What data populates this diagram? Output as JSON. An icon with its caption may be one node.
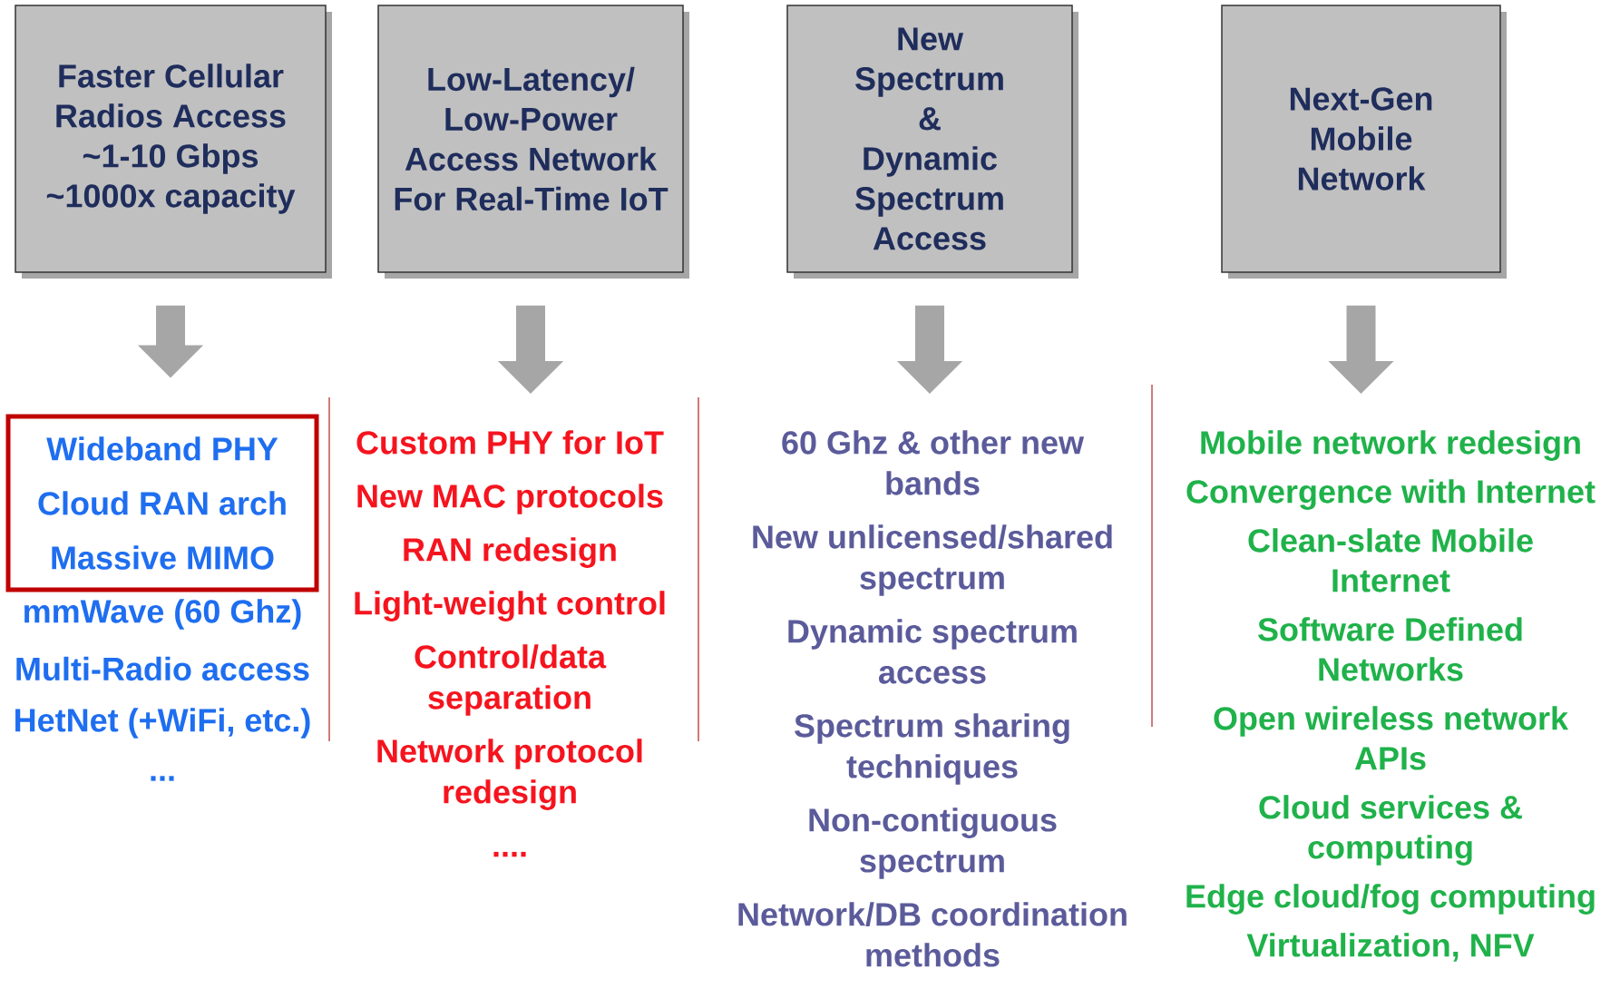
{
  "diagram": {
    "nodes": [
      {
        "text": [
          "Faster Cellular Radios Access",
          "~1-10 Gbps ~1000x capacity"
        ]
      },
      {
        "text": [
          "Low-Latency/ Low-Power",
          "Access Network For Real-Time IoT"
        ]
      },
      {
        "text": [
          "New Spectrum &",
          "Dynamic Spectrum Access"
        ]
      },
      {
        "text": [
          "Next-Gen Mobile Network"
        ]
      },
      {
        "text": [
          "Wideband PHY",
          "Cloud RAN arch",
          "Massive MIMO"
        ]
      },
      {
        "text": [
          "Custom PHY for IoT",
          "New MAC protocols",
          "RAN redesign",
          "Light-weight control",
          "Control/data separation",
          "Network protocol redesign",
          "...."
        ]
      },
      {
        "text": [
          "60 Ghz & other new bands",
          "New unlicensed/shared spectrum",
          "Dynamic spectrum access",
          "Spectrum sharing techniques",
          "Non-contiguous spectrum",
          "Network/DB coordination methods"
        ]
      },
      {
        "text": [
          "Mobile network redesign",
          "Convergence with Internet",
          "Clean-slate Mobile Internet",
          "Software Defined Networks",
          "Open wireless network APIs",
          "Cloud services & computing",
          "Edge cloud/fog computing",
          "Virtualization, NFV"
        ]
      }
    ],
    "edges": [
      {
        "from": 0,
        "to": 4,
        "arrow": "to"
      },
      {
        "from": 1,
        "to": 5,
        "arrow": "to"
      },
      {
        "from": 2,
        "to": 6,
        "arrow": "to"
      },
      {
        "from": 3,
        "to": 7,
        "arrow": "to"
      }
    ],
    "labels": [
      "mmWave  (60 Ghz)",
      "Multi-Radio access",
      "HetNet (+WiFi, etc.)",
      "..."
    ]
  }
}
